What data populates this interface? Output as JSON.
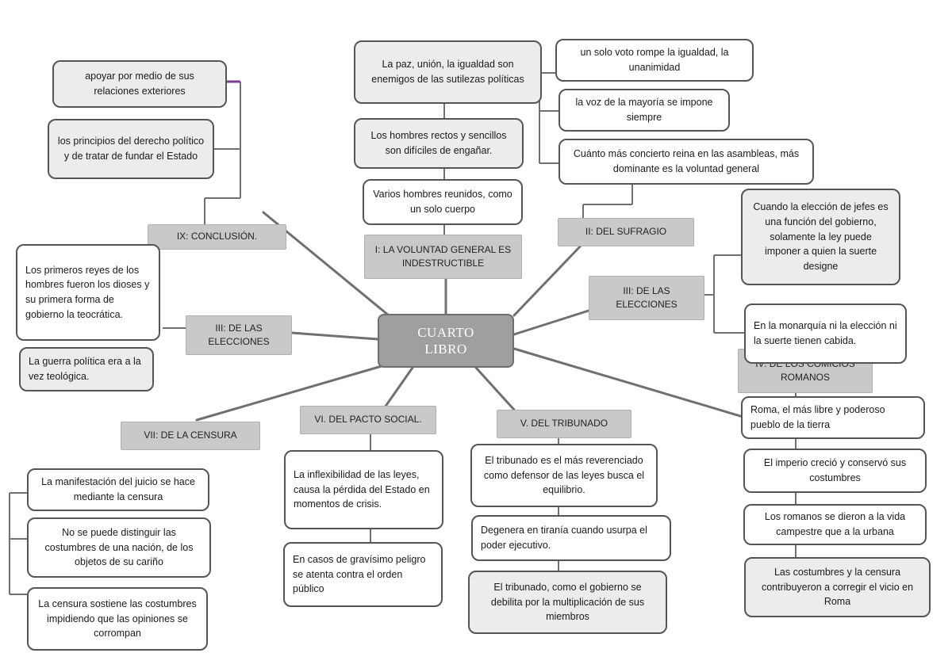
{
  "center": "CUARTO LIBRO",
  "headers": {
    "voluntad": "I: LA VOLUNTAD GENERAL ES INDESTRUCTIBLE",
    "sufragio": "II: DEL SUFRAGIO",
    "elecciones_right": "III: DE LAS ELECCIONES",
    "elecciones_left": "III: DE LAS ELECCIONES",
    "comicios": "IV: DE LOS COMICIOS ROMANOS",
    "tribunado": "V. DEL TRIBUNADO",
    "pacto": "VI. DEL PACTO SOCIAL.",
    "censura": "VII: DE LA CENSURA",
    "conclusion": "IX: CONCLUSIÓN."
  },
  "nodes": {
    "paz": "La paz, unión, la igualdad son enemigos de las sutilezas políticas",
    "hombres_rectos": "Los hombres rectos y sencillos son difíciles de engañar.",
    "varios_hombres": "Varios hombres reunidos, como un solo cuerpo",
    "un_voto": "un solo voto rompe la igualdad, la unanimidad",
    "mayoria": "la voz de la mayoría se impone siempre",
    "concierto": "Cuánto más concierto reina en las asambleas, más dominante es la voluntad general",
    "eleccion_jefes": "Cuando la elección de jefes es una función del gobierno, solamente la ley puede imponer a quien la suerte designe",
    "monarquia": "En la monarquía ni la elección ni la suerte tienen cabida.",
    "roma_libre": "Roma, el más libre y poderoso pueblo de la tierra",
    "imperio": "El imperio creció y conservó sus costumbres",
    "romanos_vida": "Los romanos se dieron a la vida campestre que a la urbana",
    "costumbres_censura": "Las costumbres y la censura contribuyeron a corregir el vicio en Roma",
    "tribunado_reverenciado": "El tribunado es el más reverenciado como defensor de las leyes busca el equilibrio.",
    "degenera": "Degenera en tiranía cuando usurpa el poder ejecutivo.",
    "tribunado_debilita": "El tribunado, como el gobierno se debilita por la multiplicación de sus miembros",
    "inflexibilidad": "La inflexibilidad de las leyes, causa la pérdida del Estado en momentos de crisis.",
    "gravisimo": "En casos de gravísimo peligro se atenta contra el orden público",
    "manifestacion": "La manifestación del juicio se hace mediante la censura",
    "no_distinguir": "No se puede distinguir las costumbres de una nación, de los objetos de su cariño",
    "sostiene": "La censura sostiene las costumbres impidiendo que las opiniones se corrompan",
    "primeros_reyes": "Los primeros reyes de los hombres fueron los dioses y su primera forma de gobierno la teocrática.",
    "guerra": "La guerra política era a la vez teológica.",
    "apoyar": "apoyar por medio de sus relaciones exteriores",
    "principios": "los principios del derecho político y de tratar de fundar el Estado"
  },
  "colors": {
    "line": "#707070",
    "accent": "#7a3d8f",
    "center_fill": "#9f9f9f",
    "header_fill": "#c9c9c9"
  }
}
